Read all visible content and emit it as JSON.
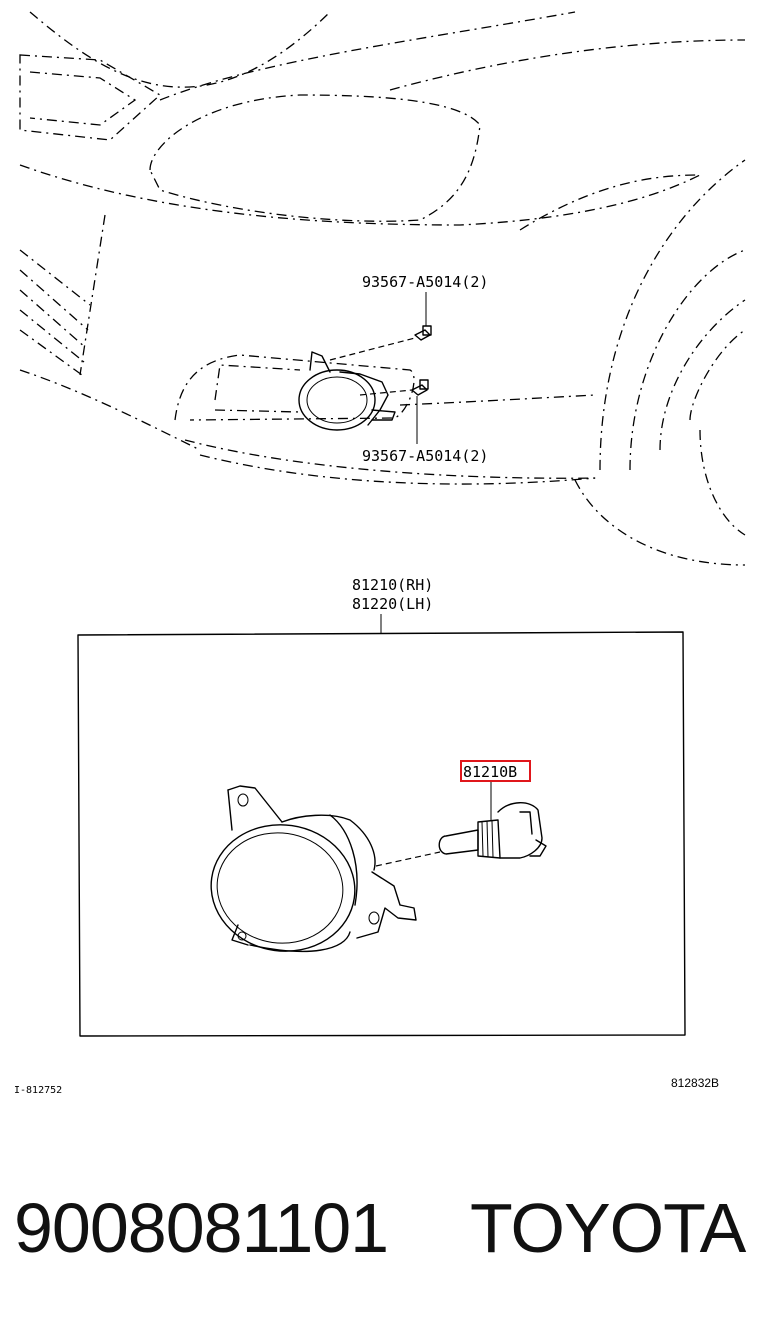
{
  "diagram": {
    "callouts": {
      "screw_upper": "93567-A5014(2)",
      "screw_lower": "93567-A5014(2)",
      "lamp_rh": "81210(RH)",
      "lamp_lh": "81220(LH)",
      "bulb_ref": "81210B"
    },
    "codes": {
      "left_ref": "I-812752",
      "right_ref": "812832B"
    },
    "highlight_color": "#e0161b"
  },
  "footer": {
    "part_number": "9008081101",
    "brand": "TOYOTA"
  }
}
